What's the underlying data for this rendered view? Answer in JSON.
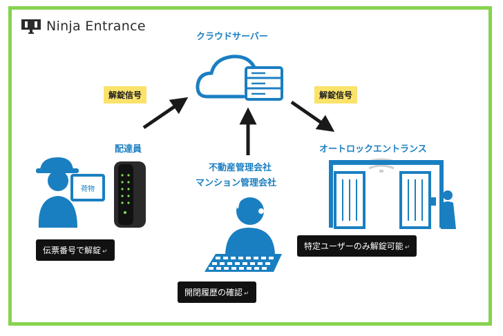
{
  "logo": {
    "icon": "ninja-entrance-logo-icon",
    "text": "Ninja Entrance"
  },
  "cloud_server": {
    "label": "クラウドサーバー"
  },
  "signal_left": "解錠信号",
  "signal_right": "解錠信号",
  "courier": {
    "label": "配達員",
    "package_label": "荷物"
  },
  "management": {
    "line1": "不動産管理会社",
    "line2": "マンション管理会社"
  },
  "autolock": {
    "label": "オートロックエントランス"
  },
  "captions": {
    "courier": "伝票番号で解錠",
    "management": "開閉履歴の確認",
    "autolock": "特定ユーザーのみ解錠可能"
  },
  "return_mark": "↵",
  "colors": {
    "frame": "#86d34f",
    "accent_blue": "#1a7fc1",
    "badge": "#fbe26a",
    "caption_bg": "#111111"
  }
}
